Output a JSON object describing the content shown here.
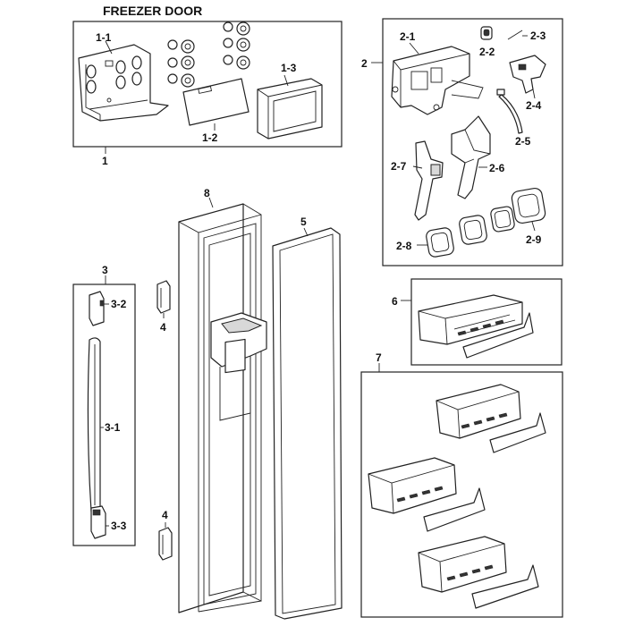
{
  "diagram": {
    "title": "FREEZER DOOR",
    "labels": {
      "l1": "1",
      "l1_1": "1-1",
      "l1_2": "1-2",
      "l1_3": "1-3",
      "l2": "2",
      "l2_1": "2-1",
      "l2_2": "2-2",
      "l2_3": "2-3",
      "l2_4": "2-4",
      "l2_5": "2-5",
      "l2_6": "2-6",
      "l2_7": "2-7",
      "l2_8": "2-8",
      "l2_9": "2-9",
      "l3": "3",
      "l3_1": "3-1",
      "l3_2": "3-2",
      "l3_3": "3-3",
      "l4a": "4",
      "l4b": "4",
      "l5": "5",
      "l6": "6",
      "l7": "7",
      "l8": "8"
    }
  }
}
